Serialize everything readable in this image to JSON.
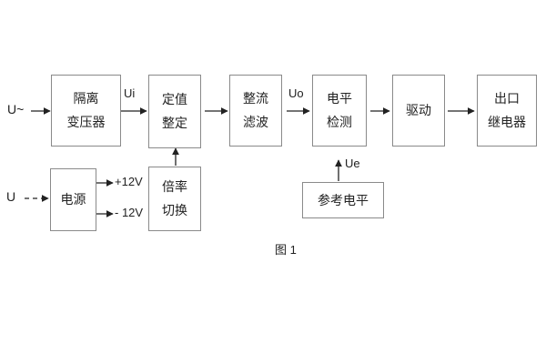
{
  "figure": {
    "caption": "图 1",
    "colors": {
      "box_border": "#8a8a8a",
      "wire": "#222222",
      "text": "#222222",
      "background": "#ffffff"
    }
  },
  "signal_chain": {
    "input": {
      "label": "U~"
    },
    "blocks": [
      {
        "id": "isolation-transformer",
        "line1": "隔离",
        "line2": "变压器"
      },
      {
        "id": "setting-value",
        "line1": "定值",
        "line2": "整定"
      },
      {
        "id": "rectify-filter",
        "line1": "整流",
        "line2": "滤波"
      },
      {
        "id": "level-detect",
        "line1": "电平",
        "line2": "检测"
      },
      {
        "id": "drive",
        "line1": "驱动",
        "line2": ""
      },
      {
        "id": "output-relay",
        "line1": "出口",
        "line2": "继电器"
      }
    ],
    "signals": [
      {
        "id": "ui",
        "label": "Ui"
      },
      {
        "id": "uo",
        "label": "Uo"
      },
      {
        "id": "ue",
        "label": "Ue"
      }
    ]
  },
  "power_branch": {
    "input": {
      "label": "U"
    },
    "blocks": [
      {
        "id": "power-supply",
        "line1": "电源",
        "line2": ""
      },
      {
        "id": "multiplier-switch",
        "line1": "倍率",
        "line2": "切换"
      }
    ],
    "rails": [
      {
        "id": "rail-positive",
        "label": "+12V"
      },
      {
        "id": "rail-negative",
        "label": "- 12V"
      }
    ]
  },
  "reference_branch": {
    "blocks": [
      {
        "id": "reference-level",
        "line1": "参考电平",
        "line2": ""
      }
    ]
  }
}
